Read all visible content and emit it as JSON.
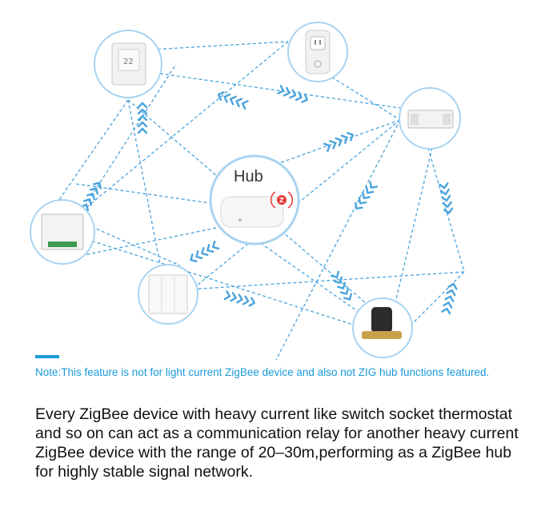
{
  "colors": {
    "accent": "#1a9ad9",
    "line": "#4aa3dc",
    "circle": "#a9d3f0",
    "text": "#111111"
  },
  "diagram": {
    "hub_label": "Hub",
    "devices": [
      {
        "id": "thermostat",
        "icon": "thermostat-icon"
      },
      {
        "id": "socket",
        "icon": "smart-socket-icon"
      },
      {
        "id": "relay",
        "icon": "relay-module-icon"
      },
      {
        "id": "hub",
        "icon": "zigbee-hub-icon"
      },
      {
        "id": "switch-module",
        "icon": "switch-module-icon"
      },
      {
        "id": "wall-switch",
        "icon": "wall-switch-icon"
      },
      {
        "id": "valve",
        "icon": "water-valve-icon"
      }
    ]
  },
  "note": "Note:This feature is not for light current ZigBee device and also not ZIG hub functions featured.",
  "body": "Every ZigBee device with heavy current like switch socket thermostat and so on can act as a communication relay for another heavy current ZigBee device with the range of 20–30m,performing as a ZigBee hub for highly stable signal network."
}
